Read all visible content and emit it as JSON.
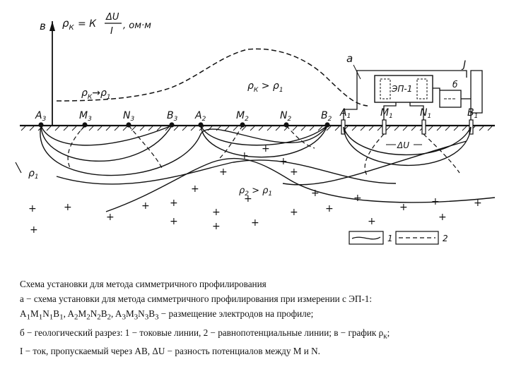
{
  "labels": {
    "v": "в",
    "formula_lhs": "ρ",
    "formula_lhs_sub": "К",
    "formula_eq": "= К",
    "formula_num": "ΔU",
    "formula_den": "I",
    "formula_unit": ", ом·м",
    "a": "а",
    "b": "б",
    "j": "J",
    "rk_arrow_rho1": "ρ",
    "rk_arrow_sub": "К",
    "rk_arrow_arrow": "→",
    "rk_arrow_rho1b": "ρ",
    "rk_arrow_sub1": "1",
    "rk_gt": "ρ",
    "rk_gt_sub": "К",
    "rk_gt_sym": " > ρ",
    "rk_gt_sub1": "1",
    "rho2_gt": "ρ",
    "rho2_sub": "2",
    "rho2_sym": " > ρ",
    "rho2_sub1": "1",
    "rho1": "ρ",
    "rho1_sub": "1",
    "delta_u": "ΔU",
    "instrument": "ЭП-1",
    "battery": "б",
    "legend_1": "1",
    "legend_2": "2",
    "electrodes": [
      {
        "letter": "A",
        "sub": "3"
      },
      {
        "letter": "M",
        "sub": "3"
      },
      {
        "letter": "N",
        "sub": "3"
      },
      {
        "letter": "B",
        "sub": "3"
      },
      {
        "letter": "A",
        "sub": "2"
      },
      {
        "letter": "M",
        "sub": "2"
      },
      {
        "letter": "N",
        "sub": "2"
      },
      {
        "letter": "B",
        "sub": "2"
      },
      {
        "letter": "A",
        "sub": "1"
      },
      {
        "letter": "M",
        "sub": "1"
      },
      {
        "letter": "N",
        "sub": "1"
      },
      {
        "letter": "B",
        "sub": "1"
      }
    ]
  },
  "caption": {
    "line1": "Схема установки для метода симметричного профилирования",
    "line2": "а − схема установки для метода симметричного профилирования при измерении с ЭП-1:",
    "line3_parts": [
      {
        "t": "A"
      },
      {
        "s": "1"
      },
      {
        "t": "M"
      },
      {
        "s": "1"
      },
      {
        "t": "N"
      },
      {
        "s": "1"
      },
      {
        "t": "B"
      },
      {
        "s": "1"
      },
      {
        "t": ", A"
      },
      {
        "s": "2"
      },
      {
        "t": "M"
      },
      {
        "s": "2"
      },
      {
        "t": "N"
      },
      {
        "s": "2"
      },
      {
        "t": "B"
      },
      {
        "s": "2"
      },
      {
        "t": ", A"
      },
      {
        "s": "3"
      },
      {
        "t": "M"
      },
      {
        "s": "3"
      },
      {
        "t": "N"
      },
      {
        "s": "3"
      },
      {
        "t": "B"
      },
      {
        "s": "3"
      },
      {
        "t": " − размещение электродов на профиле;"
      }
    ],
    "line4_main": "б − геологический разрез: 1 − токовые линии, 2 − равнопотенциальные линии; в − график ρ",
    "line4_sub": "к",
    "line4_end": ";",
    "line5": "I − ток, пропускаемый через AB, ΔU − разность потенциалов между M и N."
  }
}
